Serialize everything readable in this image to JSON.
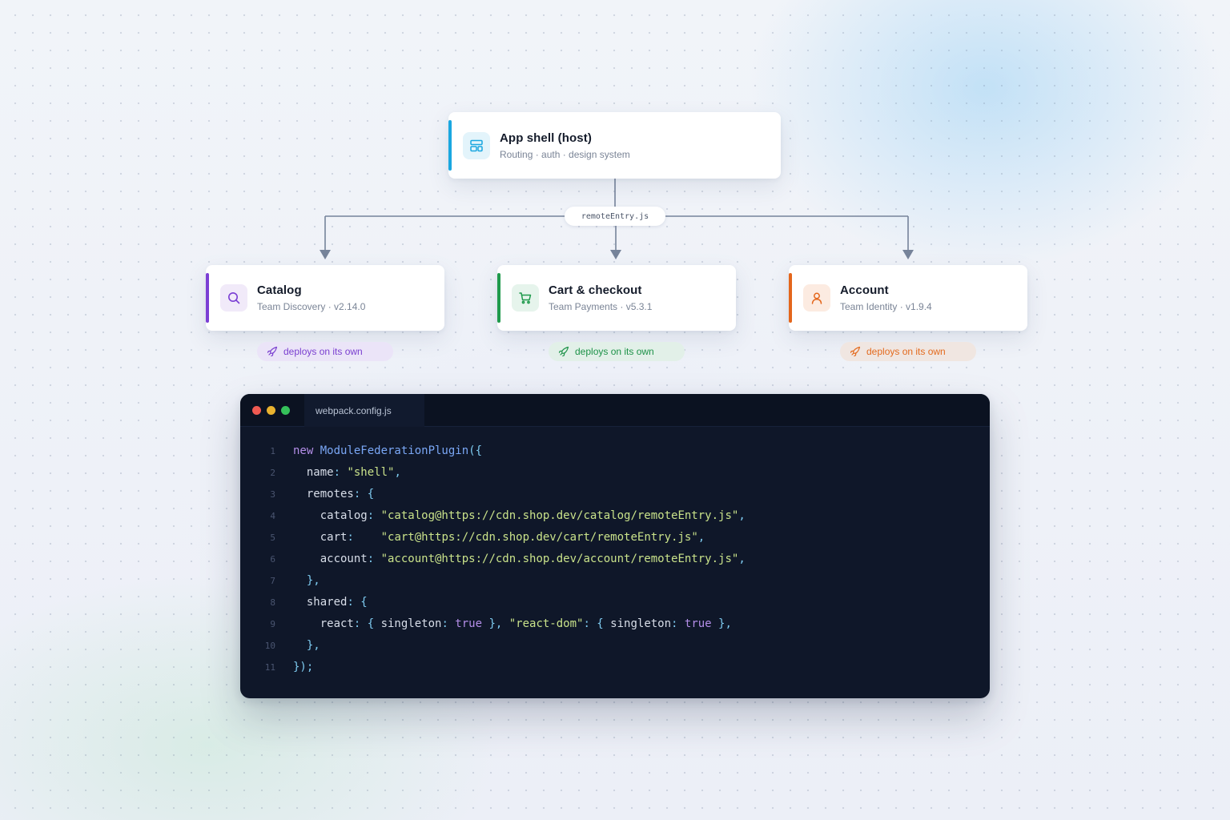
{
  "host": {
    "title": "App shell (host)",
    "subtitle": "Routing · auth · design system",
    "accent": "#1aa7e0",
    "icon": "layout-icon"
  },
  "connector_label": "remoteEntry.js",
  "remotes": [
    {
      "title": "Catalog",
      "subtitle": "Team Discovery · v2.14.0",
      "accent": "#7b3fd4",
      "icon": "search-icon",
      "badge": "deploys on its own"
    },
    {
      "title": "Cart & checkout",
      "subtitle": "Team Payments · v5.3.1",
      "accent": "#1f9a4c",
      "icon": "cart-icon",
      "badge": "deploys on its own"
    },
    {
      "title": "Account",
      "subtitle": "Team Identity · v1.9.4",
      "accent": "#e4661c",
      "icon": "user-icon",
      "badge": "deploys on its own"
    }
  ],
  "editor": {
    "tab": "webpack.config.js",
    "line_numbers": [
      "1",
      "2",
      "3",
      "4",
      "5",
      "6",
      "7",
      "8",
      "9",
      "10",
      "11"
    ],
    "lines": [
      [
        {
          "t": "k",
          "v": "new "
        },
        {
          "t": "f",
          "v": "ModuleFederationPlugin"
        },
        {
          "t": "b",
          "v": "({"
        }
      ],
      [
        {
          "t": "v",
          "v": "  name"
        },
        {
          "t": "b",
          "v": ": "
        },
        {
          "t": "s",
          "v": "\"shell\""
        },
        {
          "t": "b",
          "v": ","
        }
      ],
      [
        {
          "t": "v",
          "v": "  remotes"
        },
        {
          "t": "b",
          "v": ": {"
        }
      ],
      [
        {
          "t": "v",
          "v": "    catalog"
        },
        {
          "t": "b",
          "v": ": "
        },
        {
          "t": "s",
          "v": "\"catalog@https://cdn.shop.dev/catalog/remoteEntry.js\""
        },
        {
          "t": "b",
          "v": ","
        }
      ],
      [
        {
          "t": "v",
          "v": "    cart"
        },
        {
          "t": "b",
          "v": ":    "
        },
        {
          "t": "s",
          "v": "\"cart@https://cdn.shop.dev/cart/remoteEntry.js\""
        },
        {
          "t": "b",
          "v": ","
        }
      ],
      [
        {
          "t": "v",
          "v": "    account"
        },
        {
          "t": "b",
          "v": ": "
        },
        {
          "t": "s",
          "v": "\"account@https://cdn.shop.dev/account/remoteEntry.js\""
        },
        {
          "t": "b",
          "v": ","
        }
      ],
      [
        {
          "t": "b",
          "v": "  },"
        }
      ],
      [
        {
          "t": "v",
          "v": "  shared"
        },
        {
          "t": "b",
          "v": ": {"
        }
      ],
      [
        {
          "t": "v",
          "v": "    react"
        },
        {
          "t": "b",
          "v": ": { "
        },
        {
          "t": "v",
          "v": "singleton"
        },
        {
          "t": "b",
          "v": ": "
        },
        {
          "t": "k",
          "v": "true"
        },
        {
          "t": "b",
          "v": " }, "
        },
        {
          "t": "s",
          "v": "\"react-dom\""
        },
        {
          "t": "b",
          "v": ": { "
        },
        {
          "t": "v",
          "v": "singleton"
        },
        {
          "t": "b",
          "v": ": "
        },
        {
          "t": "k",
          "v": "true"
        },
        {
          "t": "b",
          "v": " },"
        }
      ],
      [
        {
          "t": "b",
          "v": "  },"
        }
      ],
      [
        {
          "t": "b",
          "v": "});"
        }
      ]
    ]
  }
}
